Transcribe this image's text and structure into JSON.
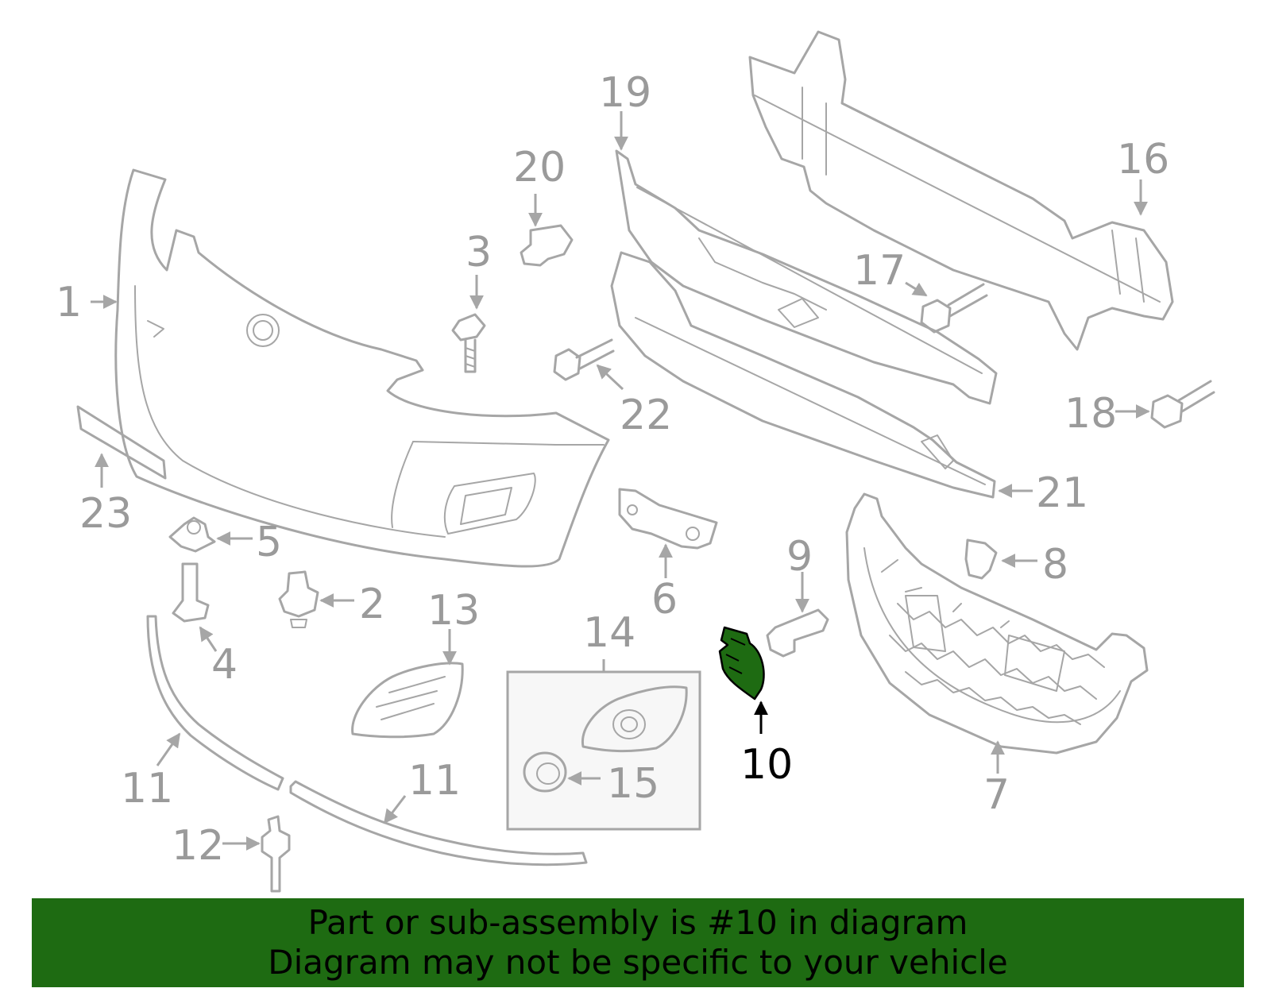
{
  "callouts": {
    "c1": "1",
    "c2": "2",
    "c3": "3",
    "c4": "4",
    "c5": "5",
    "c6": "6",
    "c7": "7",
    "c8": "8",
    "c9": "9",
    "c10": "10",
    "c11a": "11",
    "c11b": "11",
    "c12": "12",
    "c13": "13",
    "c14": "14",
    "c15": "15",
    "c16": "16",
    "c17": "17",
    "c18": "18",
    "c19": "19",
    "c20": "20",
    "c21": "21",
    "c22": "22",
    "c23": "23"
  },
  "highlight": {
    "part_number": "10",
    "color": "#1e6b12"
  },
  "colors": {
    "line": "#a6a6a6",
    "banner": "#1e6b12"
  },
  "banner": {
    "line1": "Part or sub-assembly is #10 in diagram",
    "line2": "Diagram may not be specific to your vehicle"
  }
}
